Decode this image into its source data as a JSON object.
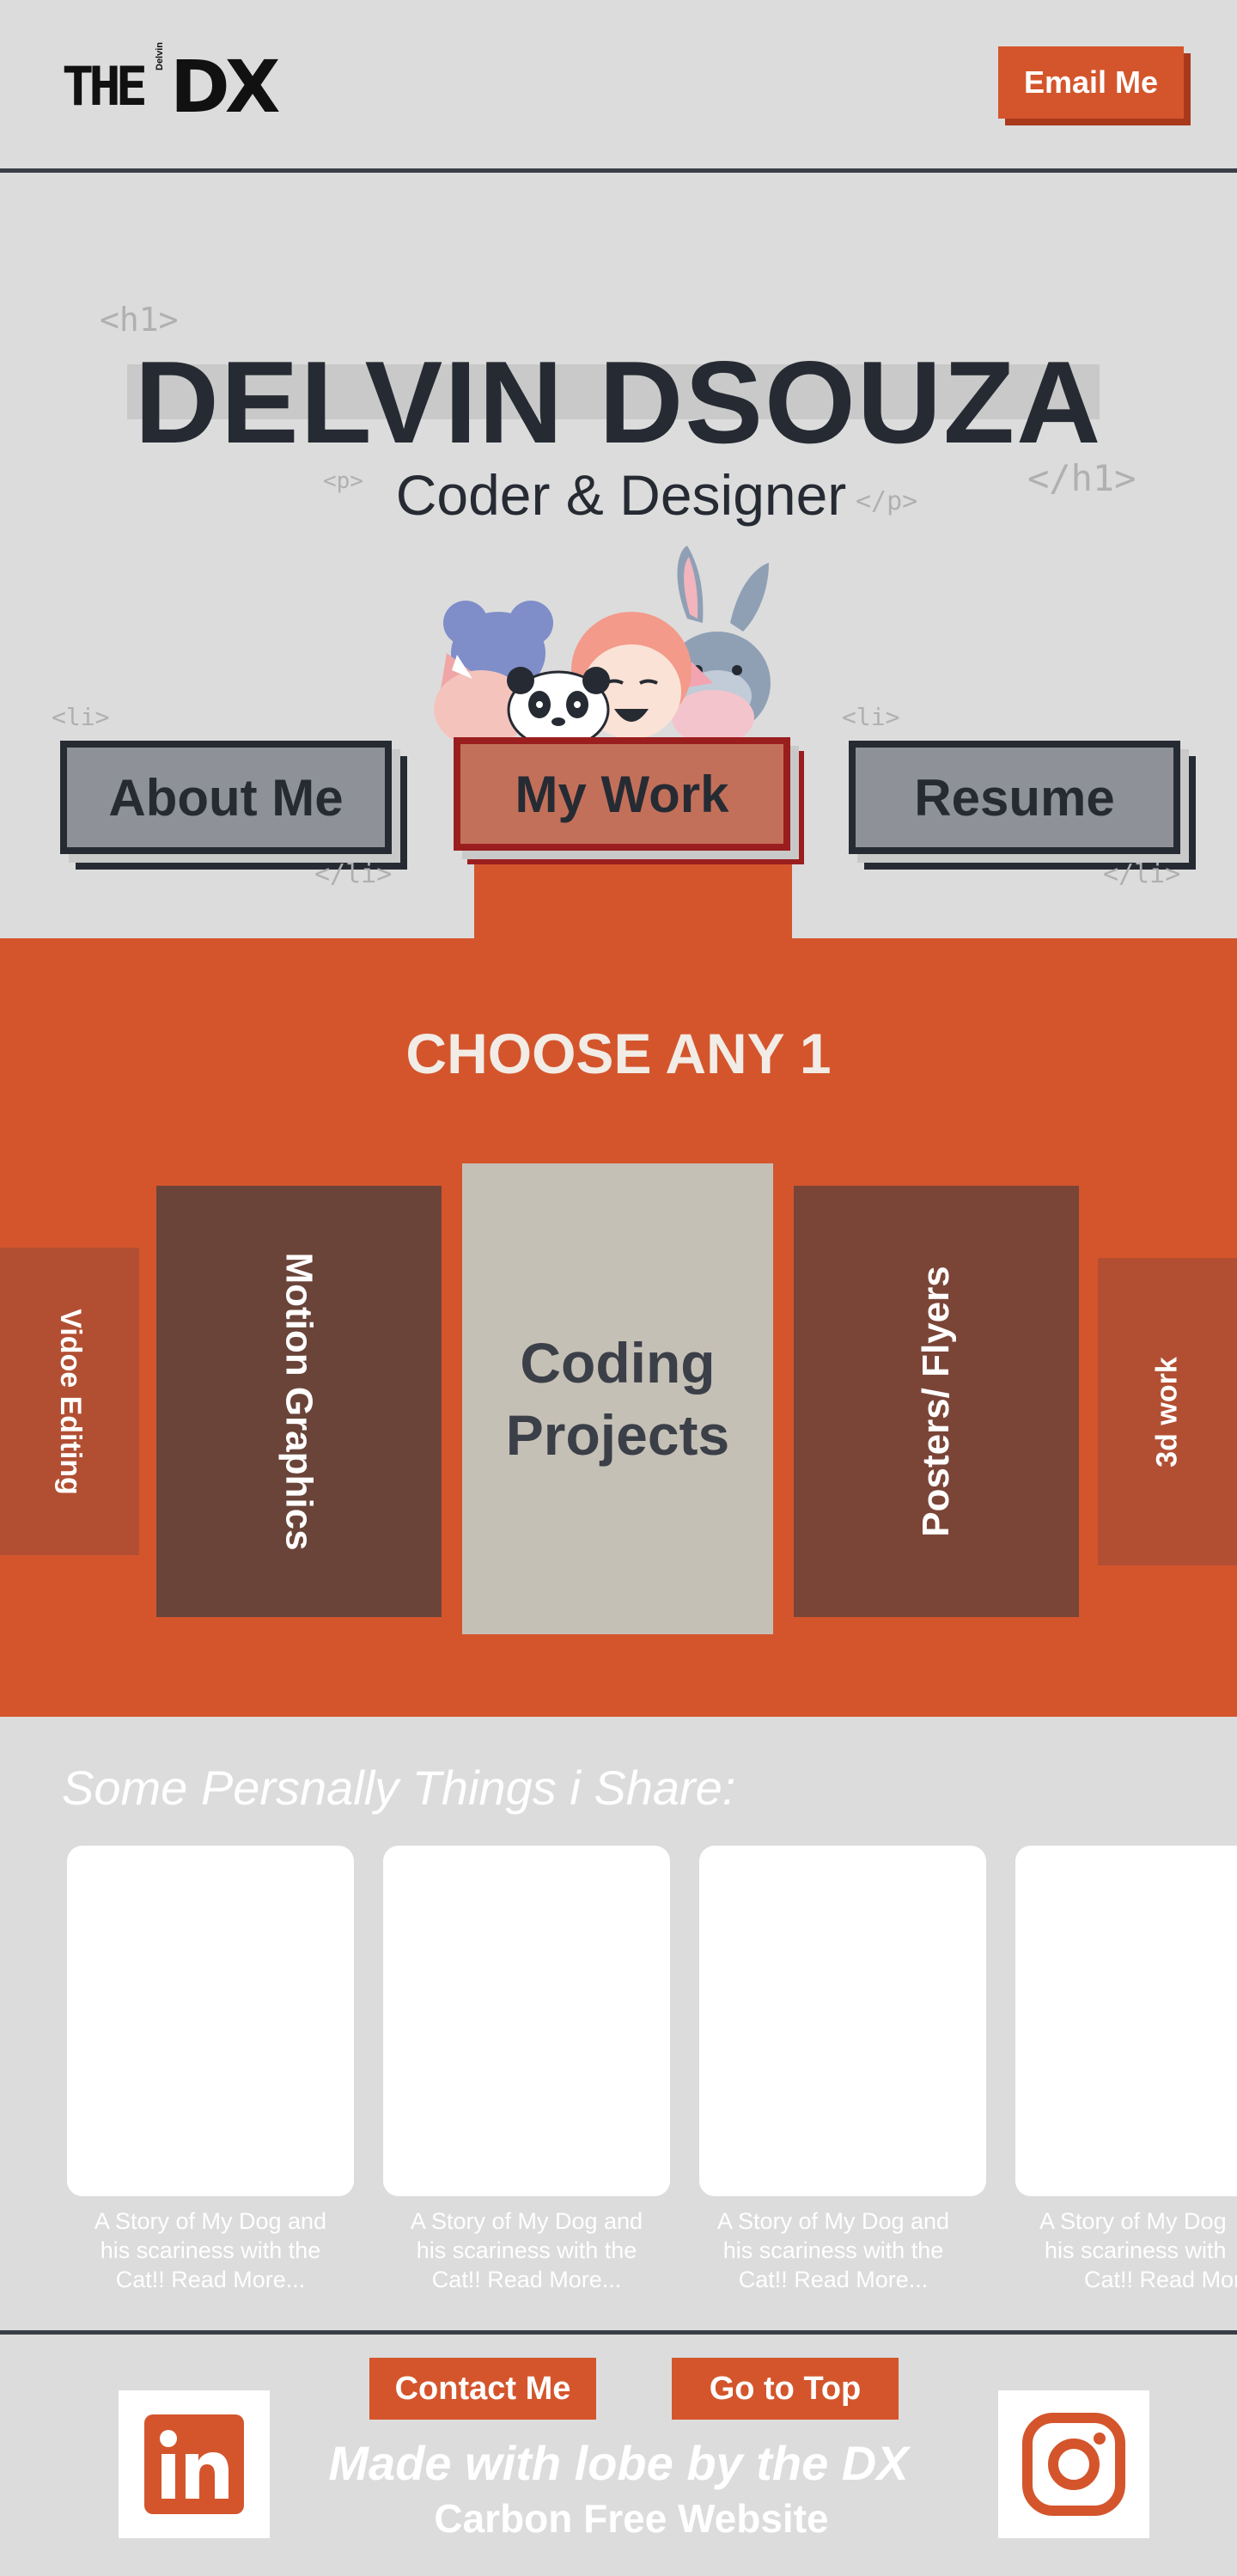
{
  "header": {
    "logo_the": "THE",
    "logo_delvin": "Delvin",
    "logo_dx": "DX",
    "email_button": "Email Me"
  },
  "hero": {
    "tag_h1_open": "<h1>",
    "tag_h1_close": "</h1>",
    "tag_p_open": "<p>",
    "tag_p_close": "</p>",
    "name": "DELVIN DSOUZA",
    "subtitle": "Coder & Designer"
  },
  "nav": {
    "tag_li_open": "<li>",
    "tag_li_close": "</li>",
    "about": "About Me",
    "work": "My Work",
    "resume": "Resume"
  },
  "work_section": {
    "title": "CHOOSE ANY 1",
    "cards": {
      "video": "Vidoe Editing",
      "motion": "Motion Graphics",
      "coding_line1": "Coding",
      "coding_line2": "Projects",
      "posters": "Posters/ Flyers",
      "threed": "3d work"
    }
  },
  "share": {
    "title": "Some Persnally Things i Share:",
    "items": [
      {
        "caption_l1": "A Story of My Dog and",
        "caption_l2": "his scariness with the",
        "caption_l3": "Cat!! Read More..."
      },
      {
        "caption_l1": "A Story of My Dog and",
        "caption_l2": "his scariness with the",
        "caption_l3": "Cat!! Read More..."
      },
      {
        "caption_l1": "A Story of My Dog and",
        "caption_l2": "his scariness with the",
        "caption_l3": "Cat!! Read More..."
      },
      {
        "caption_l1": "A Story of My Dog",
        "caption_l2": "his scariness with",
        "caption_l3": "Cat!! Read More"
      }
    ]
  },
  "footer": {
    "contact_button": "Contact Me",
    "top_button": "Go to Top",
    "made_with": "Made with lobe by the DX",
    "carbon": "Carbon Free Website",
    "linkedin_icon": "linkedin-icon",
    "instagram_icon": "instagram-icon"
  },
  "colors": {
    "accent": "#d4552c",
    "dark": "#262b33",
    "background": "#dcdcdc",
    "coding_card": "#c5c0b6",
    "motion_card": "#6a4439"
  }
}
